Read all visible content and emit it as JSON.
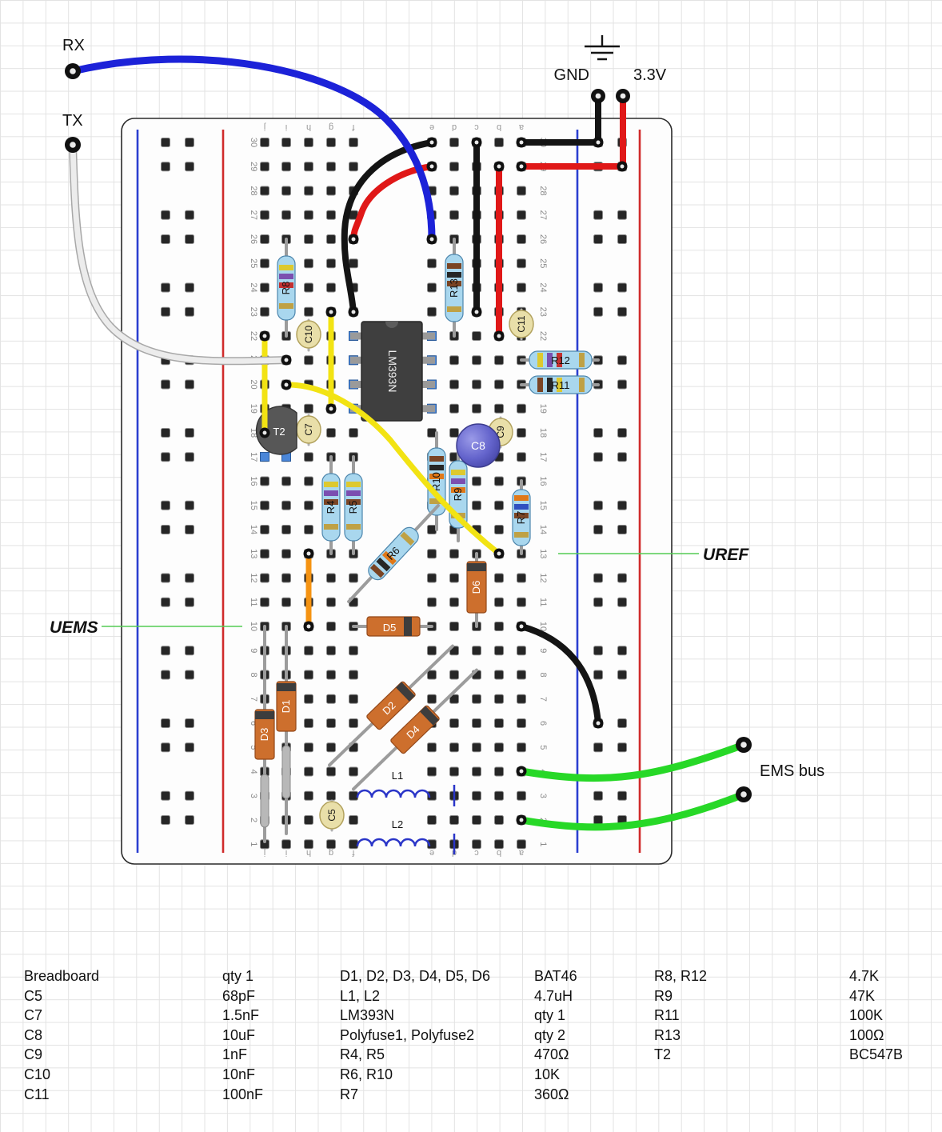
{
  "labels": {
    "rx": "RX",
    "tx": "TX",
    "gnd": "GND",
    "v33": "3.3V",
    "uref": "UREF",
    "uems": "UEMS",
    "ems_bus": "EMS bus"
  },
  "board": {
    "row_numbers": [
      "1",
      "2",
      "3",
      "4",
      "5",
      "6",
      "7",
      "8",
      "9",
      "10",
      "11",
      "12",
      "13",
      "14",
      "15",
      "16",
      "17",
      "18",
      "19",
      "20",
      "21",
      "22",
      "23",
      "24",
      "25",
      "26",
      "27",
      "28",
      "29",
      "30"
    ],
    "column_letters": [
      "a",
      "b",
      "c",
      "d",
      "e",
      "f",
      "g",
      "h",
      "i",
      "j"
    ]
  },
  "components": {
    "ic": "LM393N",
    "t2": "T2",
    "r4": "R4",
    "r5": "R5",
    "r6": "R6",
    "r7": "R7",
    "r8": "R8",
    "r9": "R9",
    "r10": "R10",
    "r11": "R11",
    "r12": "R12",
    "r13": "R13",
    "c5": "C5",
    "c7": "C7",
    "c8": "C8",
    "c9": "C9",
    "c10": "C10",
    "c11": "C11",
    "d1": "D1",
    "d2": "D2",
    "d3": "D3",
    "d4": "D4",
    "d5": "D5",
    "d6": "D6",
    "l1": "L1",
    "l2": "L2"
  },
  "colors": {
    "wire_blue": "#1c22d8",
    "wire_red": "#e01818",
    "wire_black": "#141414",
    "wire_white": "#ececec",
    "wire_green": "#27d827",
    "wire_yellow": "#f2e313",
    "wire_orange": "#f59312",
    "indicator_green": "#55cc55"
  },
  "bom": {
    "rows": [
      [
        "Breadboard",
        "qty 1",
        "D1, D2, D3, D4, D5, D6",
        "BAT46",
        "R8, R12",
        "4.7K"
      ],
      [
        "C5",
        "68pF",
        "L1, L2",
        "4.7uH",
        "R9",
        "47K"
      ],
      [
        "C7",
        "1.5nF",
        "LM393N",
        "qty 1",
        "R11",
        "100K"
      ],
      [
        "C8",
        "10uF",
        "Polyfuse1, Polyfuse2",
        "qty 2",
        "R13",
        "100Ω"
      ],
      [
        "C9",
        "1nF",
        "R4, R5",
        "470Ω",
        "T2",
        "BC547B"
      ],
      [
        "C10",
        "10nF",
        "R6, R10",
        "10K",
        "",
        ""
      ],
      [
        "C11",
        "100nF",
        "R7",
        "360Ω",
        "",
        ""
      ]
    ]
  }
}
